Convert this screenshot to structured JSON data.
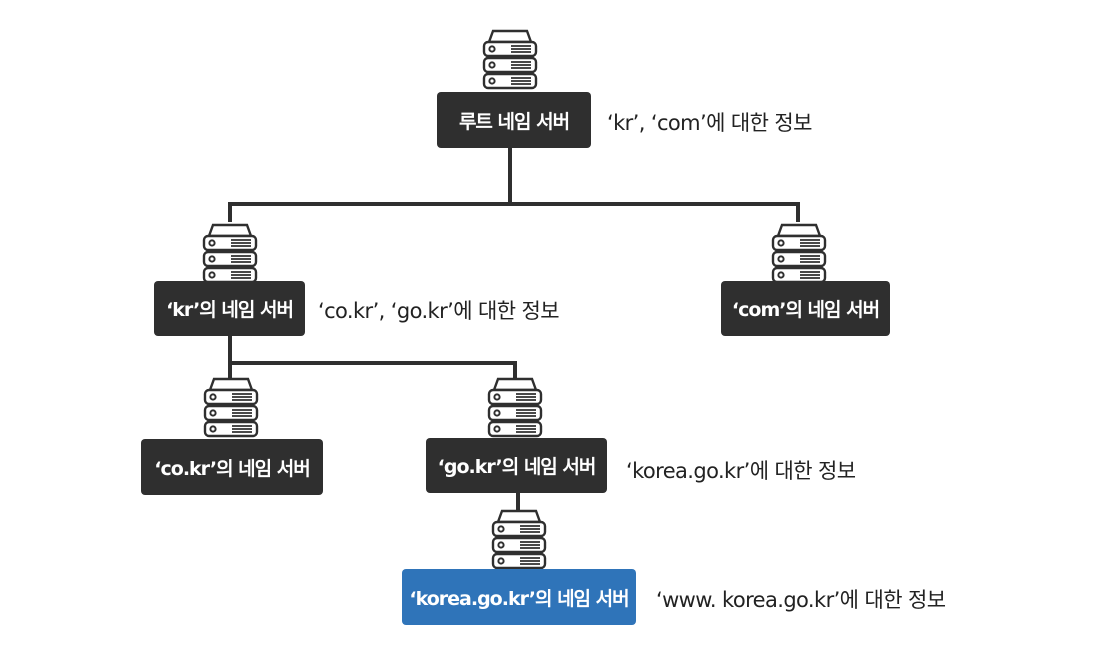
{
  "colors": {
    "node": "#2f2f2f",
    "node_highlight": "#2f74b9",
    "connector": "#2f2f2f",
    "note_text": "#222222"
  },
  "nodes": {
    "root": {
      "label": "루트 네임 서버",
      "icon": "server-icon"
    },
    "kr": {
      "label": "‘kr’의 네임 서버",
      "icon": "server-icon"
    },
    "com": {
      "label": "‘com’의 네임 서버",
      "icon": "server-icon"
    },
    "co_kr": {
      "label": "‘co.kr’의 네임 서버",
      "icon": "server-icon"
    },
    "go_kr": {
      "label": "‘go.kr’의 네임 서버",
      "icon": "server-icon"
    },
    "korea_go_kr": {
      "label": "‘korea.go.kr’의 네임 서버",
      "icon": "server-icon",
      "highlighted": true
    }
  },
  "notes": {
    "root": "‘kr’, ‘com’에 대한 정보",
    "kr": "‘co.kr’, ‘go.kr’에 대한 정보",
    "go_kr": "‘korea.go.kr’에 대한 정보",
    "korea_go_kr": "‘www. korea.go.kr’에 대한 정보"
  }
}
